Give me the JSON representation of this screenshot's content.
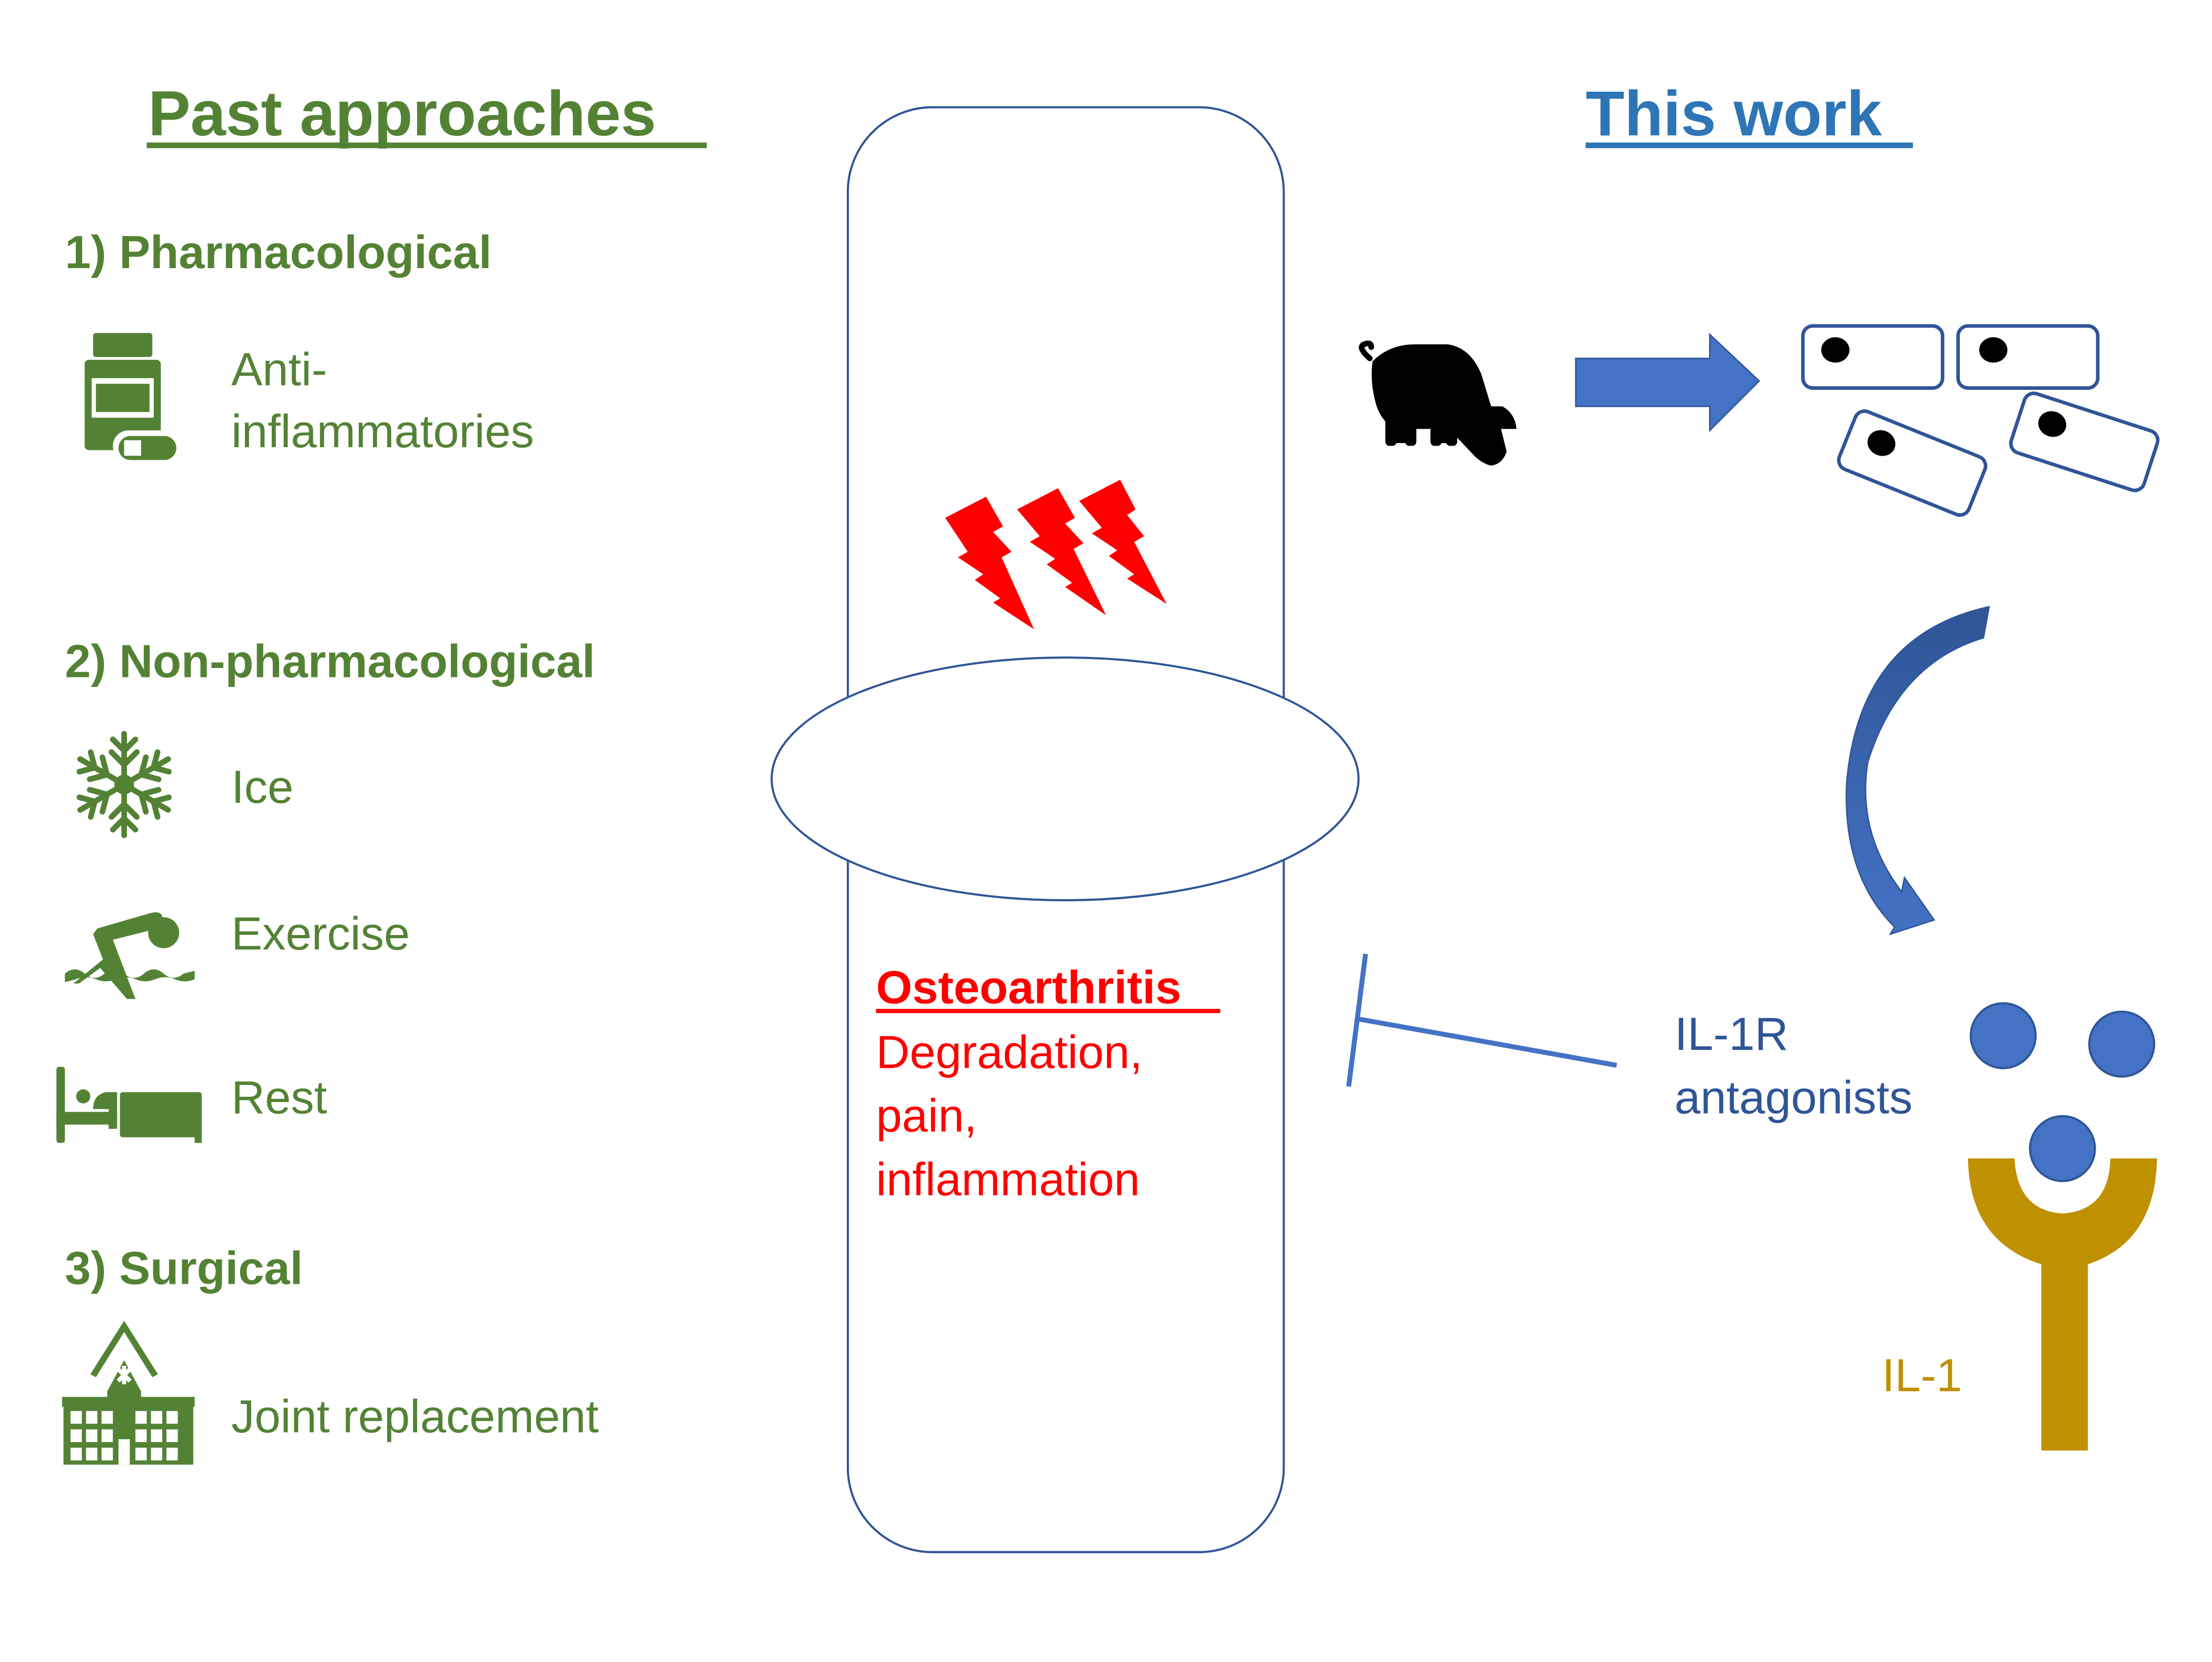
{
  "colors": {
    "green": "#548235",
    "blue_title": "#2E75B6",
    "blue_dark": "#2F5597",
    "blue_fill": "#4472C4",
    "red": "#FF0000",
    "gold": "#BF9000",
    "outline": "#2F5597"
  },
  "left": {
    "title": "Past approaches",
    "sections": [
      {
        "heading": "1) Pharmacological",
        "items": [
          {
            "icon": "medicine-bottle-icon",
            "label_lines": [
              "Anti-",
              "inflammatories"
            ]
          }
        ]
      },
      {
        "heading": "2) Non-pharmacological",
        "items": [
          {
            "icon": "snowflake-icon",
            "label_lines": [
              "Ice"
            ]
          },
          {
            "icon": "swimmer-icon",
            "label_lines": [
              "Exercise"
            ]
          },
          {
            "icon": "bed-icon",
            "label_lines": [
              "Rest"
            ]
          }
        ]
      },
      {
        "heading": "3) Surgical",
        "items": [
          {
            "icon": "hospital-icon",
            "label_lines": [
              "Joint replacement"
            ]
          }
        ]
      }
    ]
  },
  "center": {
    "joint_icon": "joint-icon",
    "pain_icon": "lightning-bolts-icon",
    "condition_title": "Osteoarthritis",
    "condition_lines": [
      "Degradation,",
      "pain,",
      "inflammation"
    ]
  },
  "right": {
    "title": "This work",
    "source_icon": "pig-icon",
    "arrow_icon": "right-arrow-icon",
    "cells_icon": "cells-icon",
    "curved_arrow_icon": "curved-arrow-icon",
    "antagonist_lines": [
      "IL-1R",
      "antagonists"
    ],
    "receptor_label": "IL-1",
    "inhibition_icon": "inhibition-line-icon"
  }
}
